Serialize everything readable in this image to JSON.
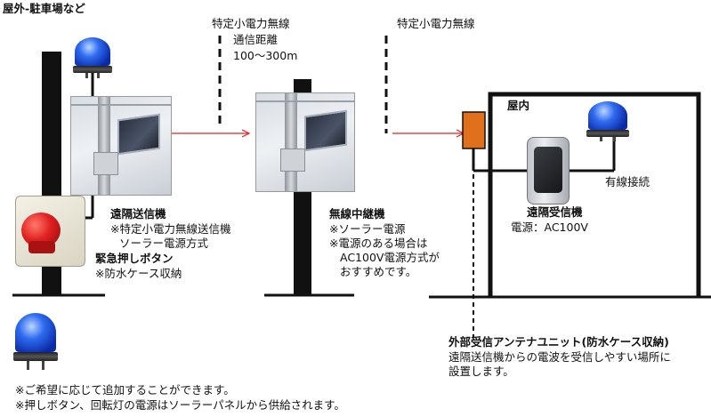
{
  "outdoor_label": "屋外-駐車場など",
  "indoor_label": "屋内",
  "link1": {
    "line1": "特定小電力無線",
    "line2": "通信距離",
    "line3": "100～300m"
  },
  "link2": {
    "line1": "特定小電力無線"
  },
  "transmitter": {
    "title": "遠隔送信機",
    "note1": "※特定小電力無線送信機",
    "note2": "ソーラー電源方式"
  },
  "emergency_button": {
    "title": "緊急押しボタン",
    "note": "※防水ケース収納"
  },
  "repeater": {
    "title": "無線中継機",
    "note1": "※ソーラー電源",
    "note2": "※電源のある場合は",
    "note3": "AC100V電源方式が",
    "note4": "おすすめです。"
  },
  "receiver": {
    "title": "遠隔受信機",
    "power": "電源：AC100V"
  },
  "wired_label": "有線接続",
  "antenna_unit": {
    "title": "外部受信アンテナユニット(防水ケース収納)",
    "desc1": "遠隔送信機からの電波を受信しやすい場所に",
    "desc2": "設置します。"
  },
  "footnotes": {
    "line1": "※ご希望に応じて追加することができます。",
    "line2": "※押しボタン、回転灯の電源はソーラーパネルから供給されます。"
  },
  "colors": {
    "lamp": "#1f4fe0",
    "button_red": "#e02020",
    "antenna_orange": "#e0701c",
    "signal_red": "#e02020"
  }
}
